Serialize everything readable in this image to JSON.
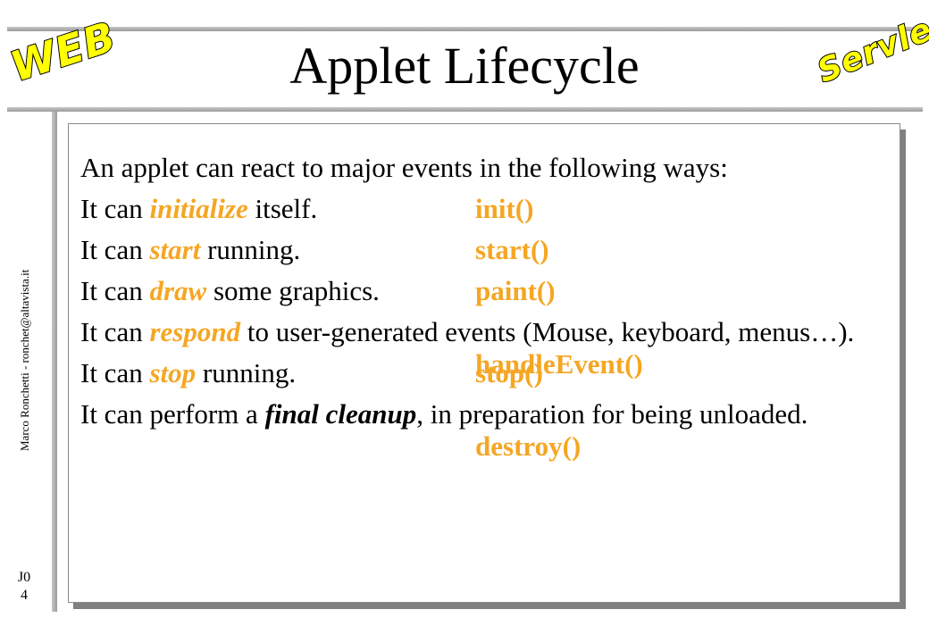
{
  "header": {
    "title": "Applet Lifecycle",
    "logo_left": "WEB",
    "logo_right": "Servlets"
  },
  "sidebar": {
    "author_text": "Marco Ronchetti  -  ronchet@altavista.it"
  },
  "footer": {
    "slide_code_line1": "J0",
    "slide_code_line2": "4"
  },
  "content": {
    "intro": "An applet can react to major events in the following ways:",
    "items": [
      {
        "before": "It can ",
        "em": "initialize",
        "after": " itself.",
        "method": "init()"
      },
      {
        "before": "It can ",
        "em": "start",
        "after": " running.",
        "method": "start()"
      },
      {
        "before": "It can ",
        "em": "draw",
        "after": " some graphics.",
        "method": "paint()"
      },
      {
        "before": "It can ",
        "em": "respond",
        "after": " to user-generated events (Mouse, keyboard, menus…).",
        "method": "handleEvent()"
      },
      {
        "before": "It can ",
        "em": "stop",
        "after": " running.",
        "method": "stop()"
      },
      {
        "before": "It can perform a ",
        "em": "final cleanup",
        "after": ", in preparation for being unloaded.",
        "method": "destroy()"
      }
    ]
  },
  "colors": {
    "accent": "#f5a623",
    "logo_fill": "#ffff00"
  }
}
